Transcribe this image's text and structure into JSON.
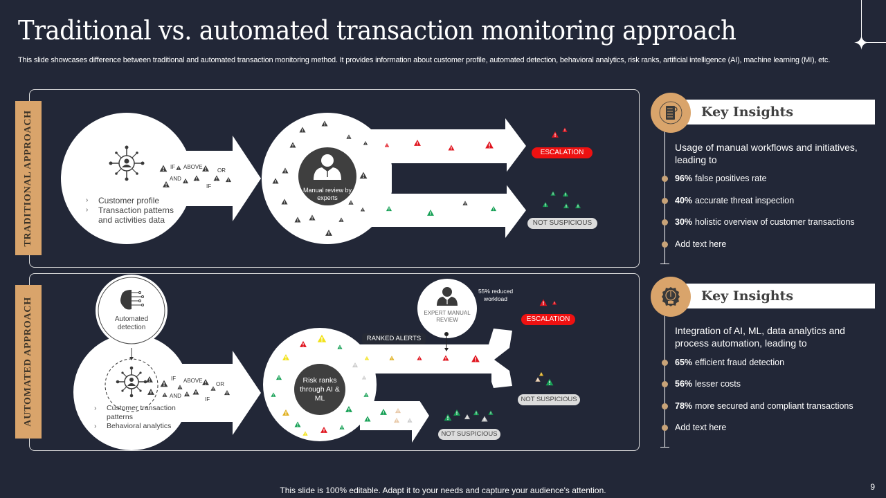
{
  "header": {
    "title": "Traditional vs. automated transaction monitoring approach",
    "subtitle": "This slide showcases difference between traditional and automated transaction monitoring method. It provides information about customer profile, automated detection, behavioral analytics, risk ranks, artificial intelligence (AI), machine learning (MI), etc."
  },
  "traditional": {
    "side_label": "TRADITIONAL APPROACH",
    "inputs": [
      "Customer profile",
      "Transaction patterns and activities data"
    ],
    "conditions": [
      "IF",
      "ABOVE",
      "OR",
      "AND",
      "IF"
    ],
    "review_label": "Manual review by experts",
    "escalation_label": "ESCALATION",
    "not_suspicious_label": "NOT SUSPICIOUS"
  },
  "automated": {
    "side_label": "AUTOMATED APPROACH",
    "detection_label": "Automated detection",
    "inputs": [
      "Customer transaction patterns",
      "Behavioral analytics"
    ],
    "conditions": [
      "IF",
      "ABOVE",
      "OR",
      "AND",
      "IF"
    ],
    "risk_label": "Risk ranks through AI & ML",
    "ranked_alerts_label": "RANKED ALERTS",
    "expert_review_label": "EXPERT MANUAL REVIEW",
    "workload_note": "55% reduced workload",
    "escalation_label": "ESCALATION",
    "not_suspicious_label_1": "NOT SUSPICIOUS",
    "not_suspicious_label_2": "NOT SUSPICIOUS"
  },
  "insights": [
    {
      "title": "Key Insights",
      "icon": "document-icon",
      "lead": "Usage of manual workflows and initiatives, leading to",
      "items": [
        {
          "value": "96%",
          "text": "false positives rate"
        },
        {
          "value": "40%",
          "text": "accurate threat inspection"
        },
        {
          "value": "30%",
          "text": "holistic overview  of customer transactions"
        },
        {
          "value": "",
          "text": "Add text here"
        }
      ]
    },
    {
      "title": "Key Insights",
      "icon": "lightbulb-gear-icon",
      "lead": "Integration of AI, ML, data analytics and process automation, leading to",
      "items": [
        {
          "value": "65%",
          "text": "efficient fraud detection"
        },
        {
          "value": "56%",
          "text": "lesser costs"
        },
        {
          "value": "78%",
          "text": "more secured and compliant transactions"
        },
        {
          "value": "",
          "text": "Add text here"
        }
      ]
    }
  ],
  "colors": {
    "background": "#222737",
    "accent": "#d9a46b",
    "alert_red": "#e0141e",
    "alert_green": "#16a055",
    "alert_yellow": "#f2e21a",
    "alert_dark": "#3a3a3a"
  },
  "footer": {
    "note": "This slide is 100% editable. Adapt it to your needs and capture your audience's attention.",
    "page_number": "9"
  }
}
